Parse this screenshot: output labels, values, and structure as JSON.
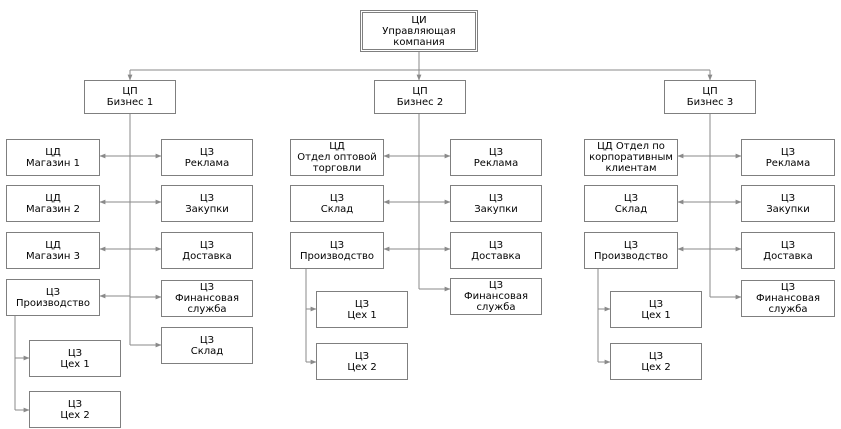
{
  "colors": {
    "border": "#7f7f7f",
    "line": "#8a8a8a",
    "text": "#000000",
    "background": "#ffffff"
  },
  "root": {
    "line1": "ЦИ",
    "line2": "Управляющая",
    "line3": "компания"
  },
  "b1": {
    "head": {
      "line1": "ЦП",
      "line2": "Бизнес 1"
    },
    "store1": {
      "line1": "ЦД",
      "line2": "Магазин 1"
    },
    "store2": {
      "line1": "ЦД",
      "line2": "Магазин 2"
    },
    "store3": {
      "line1": "ЦД",
      "line2": "Магазин 3"
    },
    "production": {
      "line1": "ЦЗ",
      "line2": "Производство"
    },
    "shop1": {
      "line1": "ЦЗ",
      "line2": "Цех 1"
    },
    "shop2": {
      "line1": "ЦЗ",
      "line2": "Цех 2"
    },
    "ads": {
      "line1": "ЦЗ",
      "line2": "Реклама"
    },
    "purchasing": {
      "line1": "ЦЗ",
      "line2": "Закупки"
    },
    "delivery": {
      "line1": "ЦЗ",
      "line2": "Доставка"
    },
    "finance": {
      "line1": "ЦЗ",
      "line2": "Финансовая",
      "line3": "служба"
    },
    "warehouse": {
      "line1": "ЦЗ",
      "line2": "Склад"
    }
  },
  "b2": {
    "head": {
      "line1": "ЦП",
      "line2": "Бизнес 2"
    },
    "wholesale": {
      "line1": "ЦД",
      "line2": "Отдел оптовой",
      "line3": "торговли"
    },
    "warehouse": {
      "line1": "ЦЗ",
      "line2": "Склад"
    },
    "production": {
      "line1": "ЦЗ",
      "line2": "Производство"
    },
    "shop1": {
      "line1": "ЦЗ",
      "line2": "Цех 1"
    },
    "shop2": {
      "line1": "ЦЗ",
      "line2": "Цех 2"
    },
    "ads": {
      "line1": "ЦЗ",
      "line2": "Реклама"
    },
    "purchasing": {
      "line1": "ЦЗ",
      "line2": "Закупки"
    },
    "delivery": {
      "line1": "ЦЗ",
      "line2": "Доставка"
    },
    "finance": {
      "line1": "ЦЗ",
      "line2": "Финансовая",
      "line3": "служба"
    }
  },
  "b3": {
    "head": {
      "line1": "ЦП",
      "line2": "Бизнес 3"
    },
    "corporate": {
      "line1": "ЦД Отдел по",
      "line2": "корпоративным",
      "line3": "клиентам"
    },
    "warehouse": {
      "line1": "ЦЗ",
      "line2": "Склад"
    },
    "production": {
      "line1": "ЦЗ",
      "line2": "Производство"
    },
    "shop1": {
      "line1": "ЦЗ",
      "line2": "Цех 1"
    },
    "shop2": {
      "line1": "ЦЗ",
      "line2": "Цех 2"
    },
    "ads": {
      "line1": "ЦЗ",
      "line2": "Реклама"
    },
    "purchasing": {
      "line1": "ЦЗ",
      "line2": "Закупки"
    },
    "delivery": {
      "line1": "ЦЗ",
      "line2": "Доставка"
    },
    "finance": {
      "line1": "ЦЗ",
      "line2": "Финансовая",
      "line3": "служба"
    }
  }
}
